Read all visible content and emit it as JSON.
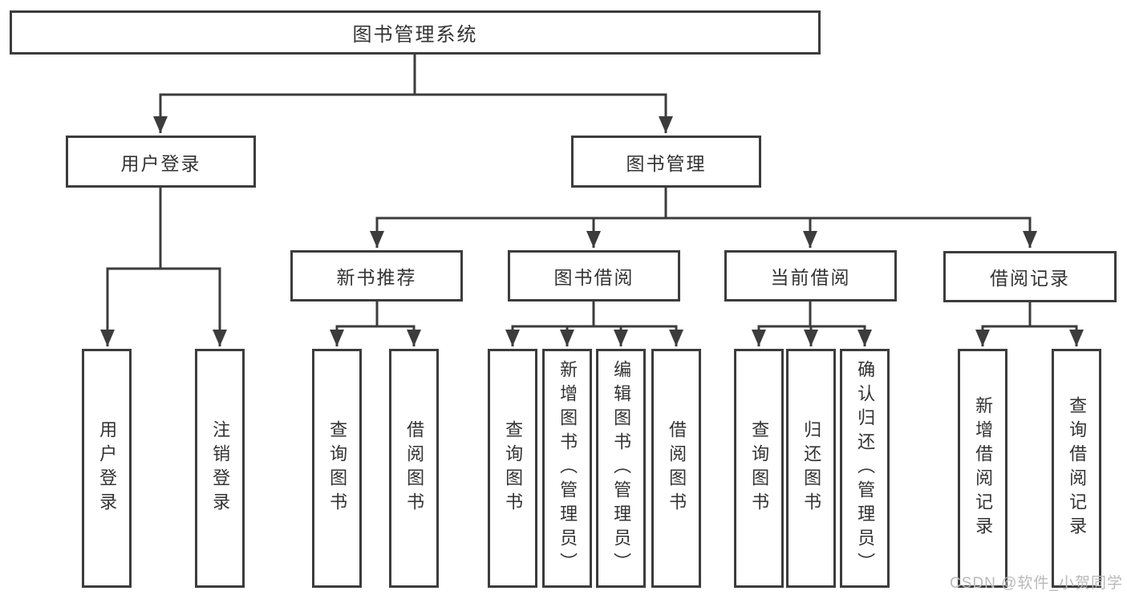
{
  "tree": {
    "root": {
      "label": "图书管理系统"
    },
    "user_login": {
      "label": "用户登录",
      "children": [
        "用户登录",
        "注销登录"
      ]
    },
    "book_management": {
      "label": "图书管理",
      "sections": [
        {
          "label": "新书推荐",
          "children": [
            "查询图书",
            "借阅图书"
          ]
        },
        {
          "label": "图书借阅",
          "children": [
            "查询图书",
            "新增图书（管理员）",
            "编辑图书（管理员）",
            "借阅图书"
          ]
        },
        {
          "label": "当前借阅",
          "children": [
            "查询图书",
            "归还图书",
            "确认归还（管理员）"
          ]
        },
        {
          "label": "借阅记录",
          "children": [
            "新增借阅记录",
            "查询借阅记录"
          ]
        }
      ]
    }
  },
  "watermark": {
    "text": "CSDN @软件_小贺同学"
  },
  "colors": {
    "line": "#3c3c3c",
    "box_border": "#3c3c3c",
    "text": "#333333",
    "background": "#ffffff",
    "watermark": "#b9b9b9"
  }
}
